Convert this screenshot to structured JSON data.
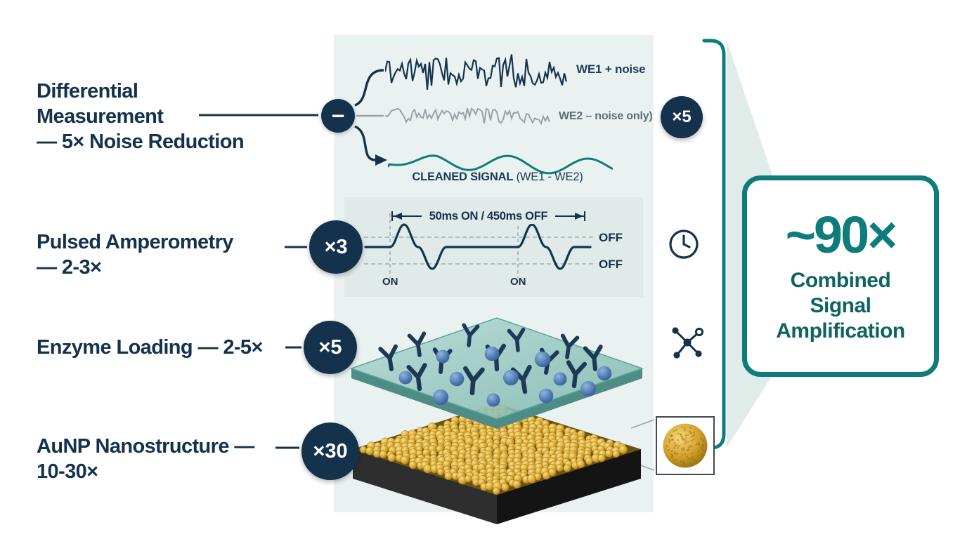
{
  "colors": {
    "navy": "#15324d",
    "teal": "#0d7c7b",
    "panel_teal": "#e9f2f0",
    "pulse_panel_teal": "#e0ebe9",
    "gold": "#d4a42c",
    "noise_gray": "#9aa2a8",
    "sphere_blue": "#4a74ad"
  },
  "left_labels": {
    "differential": {
      "lines": [
        "Differential",
        "Measurement",
        "— 5× Noise Reduction"
      ]
    },
    "pulsed": {
      "lines": [
        "Pulsed Amperometry",
        "— 2-3×"
      ]
    },
    "enzyme": {
      "lines": [
        "Enzyme Loading — 2-5×"
      ]
    },
    "aunp": {
      "lines": [
        "AuNP Nanostructure —",
        "10-30×"
      ]
    }
  },
  "badges": {
    "differential": "×5",
    "pulsed": "×3",
    "enzyme": "×5",
    "aunp": "×30"
  },
  "difference_symbol": "−",
  "signals": {
    "we1": "WE1 + noise",
    "we2": "WE2 – noise only)",
    "cleaned_title": "CLEANED SIGNAL",
    "cleaned_detail": " (WE1 - WE2)"
  },
  "pulse": {
    "timing": "50ms ON / 450ms OFF",
    "on_labels": [
      "ON",
      "ON"
    ],
    "off_labels": [
      "OFF",
      "OFF"
    ]
  },
  "result": {
    "value": "~90×",
    "caption": [
      "Combined",
      "Signal",
      "Amplification"
    ]
  }
}
